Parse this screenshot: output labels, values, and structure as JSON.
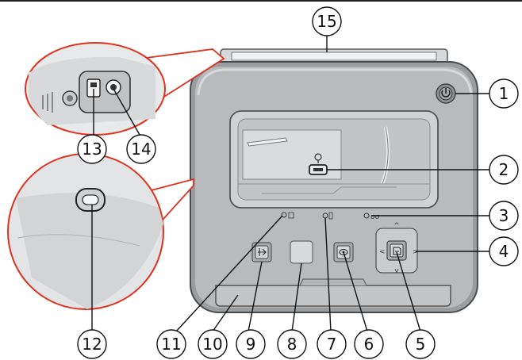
{
  "colors": {
    "body": "#b7b9bb",
    "body_dark": "#8d9093",
    "panel": "#c9cbcd",
    "tray": "#dcdedf",
    "button": "#a8abad",
    "leader": "#111111",
    "magnifier": "#e0301e"
  },
  "callouts": [
    {
      "id": "1",
      "label": "1"
    },
    {
      "id": "2",
      "label": "2"
    },
    {
      "id": "3",
      "label": "3"
    },
    {
      "id": "4",
      "label": "4"
    },
    {
      "id": "5",
      "label": "5"
    },
    {
      "id": "6",
      "label": "6"
    },
    {
      "id": "7",
      "label": "7"
    },
    {
      "id": "8",
      "label": "8"
    },
    {
      "id": "9",
      "label": "9"
    },
    {
      "id": "10",
      "label": "10"
    },
    {
      "id": "11",
      "label": "11"
    },
    {
      "id": "12",
      "label": "12"
    },
    {
      "id": "13",
      "label": "13"
    },
    {
      "id": "14",
      "label": "14"
    },
    {
      "id": "15",
      "label": "15"
    }
  ],
  "icons": [
    "power-icon",
    "dock-connector-icon",
    "printer-icon",
    "share-icon",
    "print-icon",
    "pictbridge-icon",
    "transfer-icon",
    "view-icon",
    "arrow-icons"
  ]
}
